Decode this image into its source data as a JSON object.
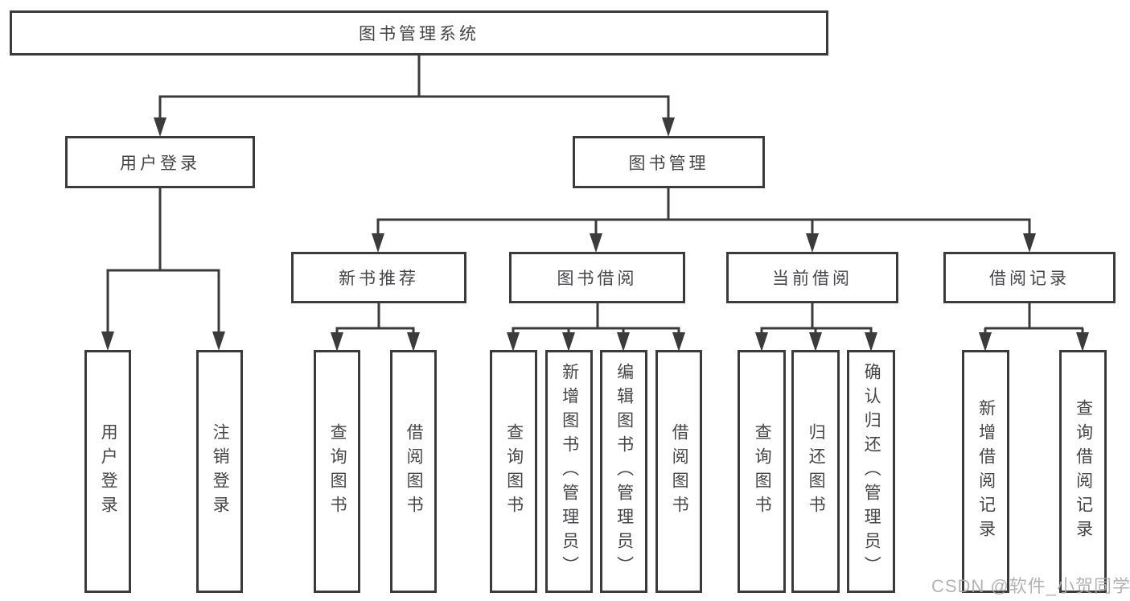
{
  "nodes": {
    "root": {
      "label": "图书管理系统"
    },
    "level2": [
      {
        "id": "user-login",
        "label": "用户登录",
        "parent": "图书管理系统"
      },
      {
        "id": "book-management",
        "label": "图书管理",
        "parent": "图书管理系统"
      }
    ],
    "level3": [
      {
        "id": "new-book-recommend",
        "label": "新书推荐",
        "parent": "图书管理"
      },
      {
        "id": "book-borrowing",
        "label": "图书借阅",
        "parent": "图书管理"
      },
      {
        "id": "current-borrowing",
        "label": "当前借阅",
        "parent": "图书管理"
      },
      {
        "id": "borrowing-records",
        "label": "借阅记录",
        "parent": "图书管理"
      }
    ],
    "leaves": [
      {
        "label": "用户登录",
        "parent": "用户登录"
      },
      {
        "label": "注销登录",
        "parent": "用户登录"
      },
      {
        "label": "查询图书",
        "parent": "新书推荐"
      },
      {
        "label": "借阅图书",
        "parent": "新书推荐"
      },
      {
        "label": "查询图书",
        "parent": "图书借阅"
      },
      {
        "label": "新增图书（管理员）",
        "parent": "图书借阅"
      },
      {
        "label": "编辑图书（管理员）",
        "parent": "图书借阅"
      },
      {
        "label": "借阅图书",
        "parent": "图书借阅"
      },
      {
        "label": "查询图书",
        "parent": "当前借阅"
      },
      {
        "label": "归还图书",
        "parent": "当前借阅"
      },
      {
        "label": "确认归还（管理员）",
        "parent": "当前借阅"
      },
      {
        "label": "新增借阅记录",
        "parent": "借阅记录"
      },
      {
        "label": "查询借阅记录",
        "parent": "借阅记录"
      }
    ]
  },
  "watermark": {
    "text": "CSDN @软件_小贺同学"
  },
  "colors": {
    "line": "#3b3b3b",
    "text": "#45454a",
    "background": "#ffffff",
    "watermark": "#ababab"
  }
}
